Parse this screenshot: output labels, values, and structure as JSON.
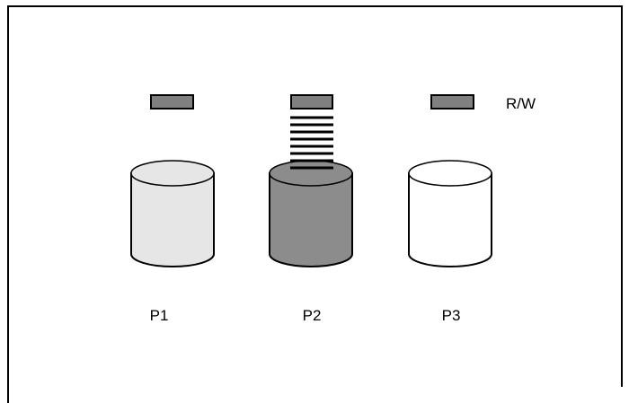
{
  "labels": {
    "rw": "R/W",
    "p1": "P1",
    "p2": "P2",
    "p3": "P3"
  },
  "colors": {
    "frame": "#000000",
    "rw_block_fill": "#808080",
    "p1_fill": "#e6e6e6",
    "p2_fill": "#8c8c8c",
    "p3_fill": "#ffffff",
    "stack_line": "#000000"
  },
  "stack_line_count": 8
}
